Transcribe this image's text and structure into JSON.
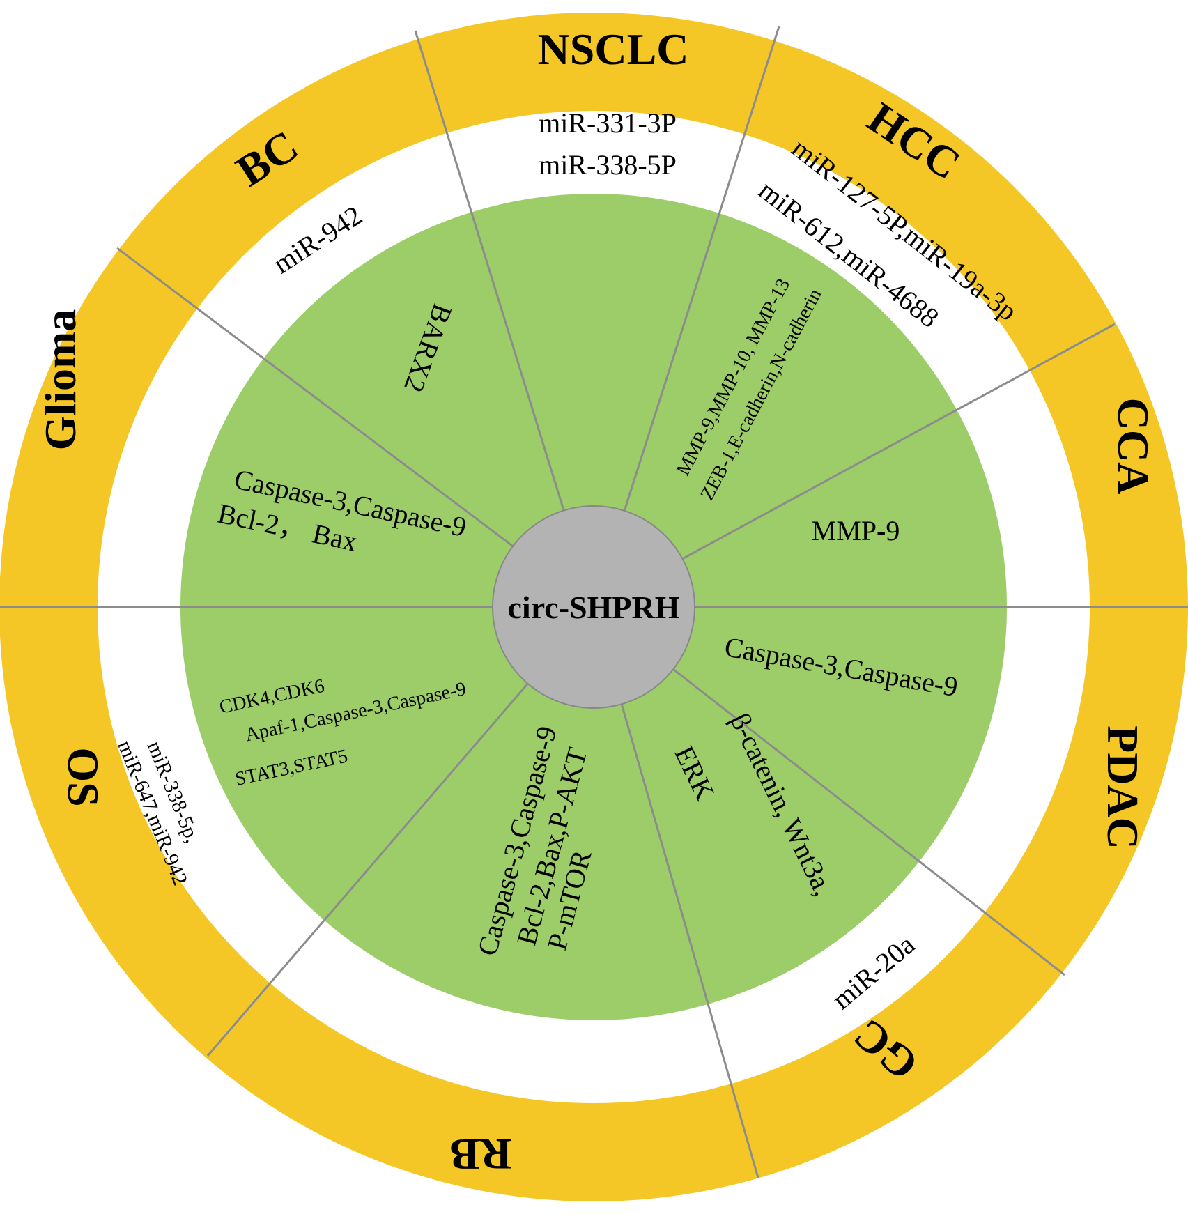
{
  "center": {
    "label": "circ-SHPRH"
  },
  "colors": {
    "outer_ring": "#f4c726",
    "middle_ring": "#ffffff",
    "inner_disk": "#9ccd69",
    "center_disk": "#b3b3b3",
    "divider": "#8c8c8c"
  },
  "sectors": {
    "nsclc": {
      "cancer": "NSCLC",
      "mirna_1": "miR-331-3P",
      "mirna_2": "miR-338-5P"
    },
    "hcc": {
      "cancer": "HCC",
      "mirna_1": "miR-127-5P,miR-19a-3p",
      "mirna_2": "miR-612,miR-4688",
      "target_1": "MMP-9,MMP-10, MMP-13",
      "target_2": "ZEB-1,E-cadherin,N-cadherin"
    },
    "cca": {
      "cancer": "CCA",
      "target_1": "MMP-9"
    },
    "pdac": {
      "cancer": "PDAC",
      "target_1": "Caspase-3,Caspase-9"
    },
    "gc": {
      "cancer": "GC",
      "mirna_1": "miR-20a",
      "target_1": "β-catenin, Wnt3a,",
      "target_2": "ERK"
    },
    "rb": {
      "cancer": "RB",
      "target_1": "Caspase-3,Caspase-9",
      "target_2": "Bcl-2,Bax,P-AKT",
      "target_3": "P-mTOR"
    },
    "os": {
      "cancer": "OS",
      "mirna_1": "miR-338-5p,",
      "mirna_2": "miR-647,miR-942",
      "target_1": "CDK4,CDK6",
      "target_2": "Apaf-1,Caspase-3,Caspase-9",
      "target_3": "STAT3,STAT5"
    },
    "glioma": {
      "cancer": "Glioma",
      "target_1": "Caspase-3,Caspase-9",
      "target_2": "Bcl-2，  Bax"
    },
    "bc": {
      "cancer": "BC",
      "mirna_1": "miR-942",
      "target_1": "BARX2"
    }
  }
}
